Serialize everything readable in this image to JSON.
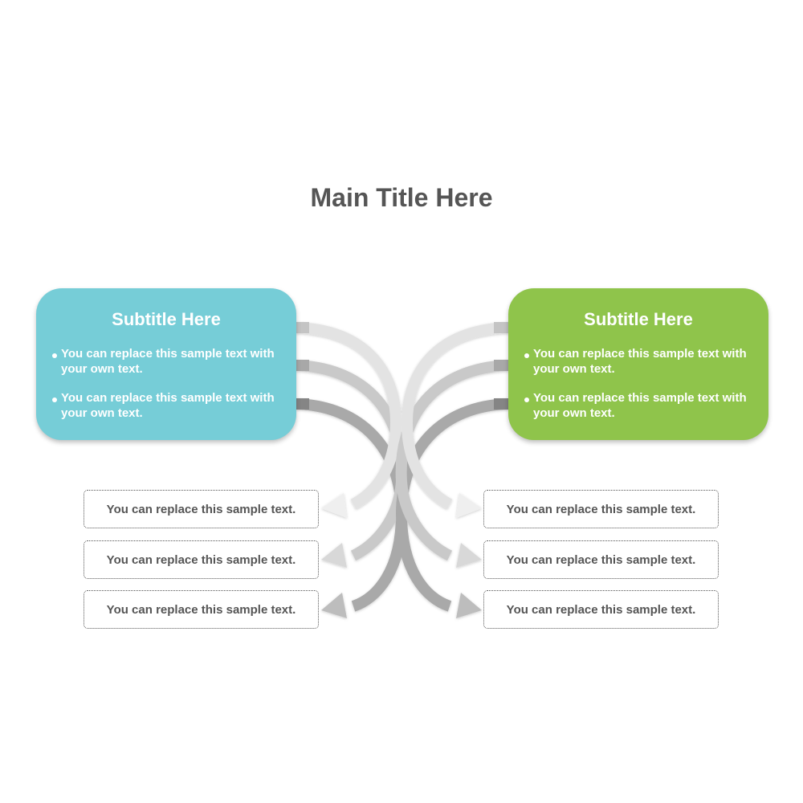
{
  "title": "Main Title Here",
  "colors": {
    "left_card": "#76cdd7",
    "right_card": "#8fc44b",
    "arrow_light": "#e8e8e8",
    "arrow_mid": "#c8c8c8",
    "arrow_dark": "#9a9a9a",
    "text_dark": "#555555"
  },
  "left": {
    "subtitle": "Subtitle Here",
    "bullets": [
      "You can replace this sample text with your own text.",
      "You can replace this sample text with your own text."
    ],
    "boxes": [
      "You can replace this sample text.",
      "You can replace this sample text.",
      "You can replace this sample text."
    ]
  },
  "right": {
    "subtitle": "Subtitle Here",
    "bullets": [
      "You can replace this sample text with your own text.",
      "You can replace this sample text with your own text."
    ],
    "boxes": [
      "You can replace this sample text.",
      "You can replace this sample text.",
      "You can replace this sample text."
    ]
  }
}
